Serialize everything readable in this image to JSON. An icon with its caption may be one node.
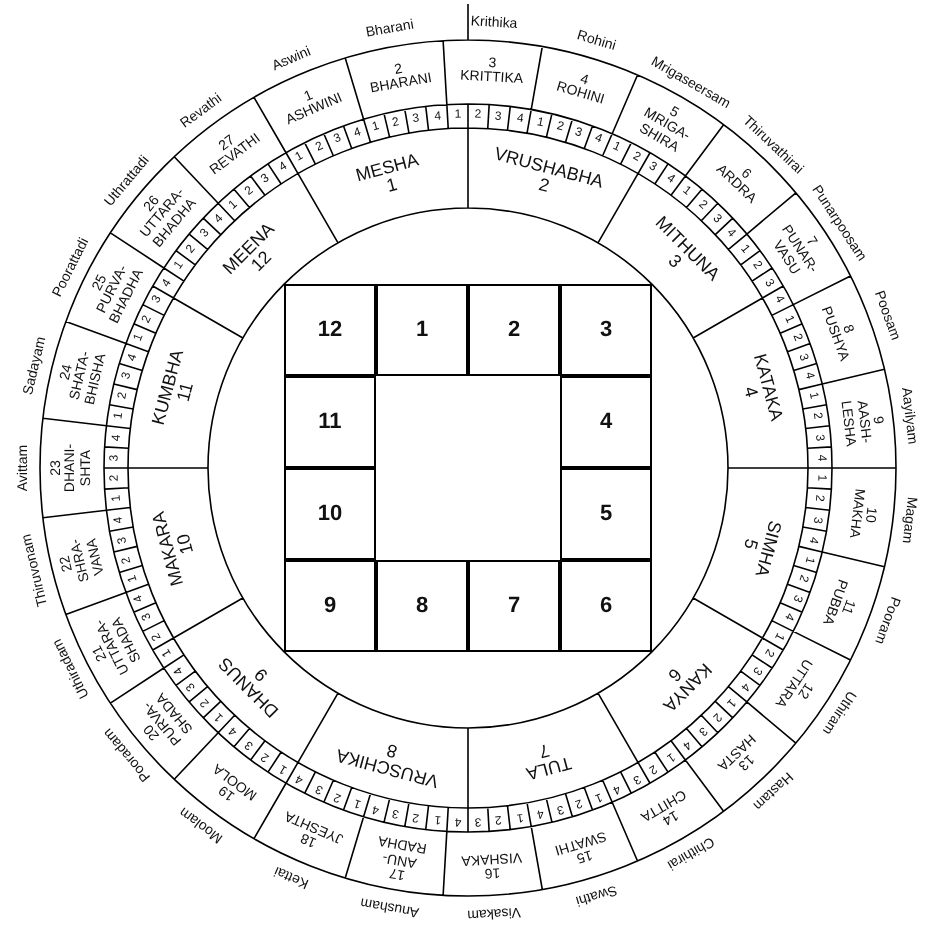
{
  "diagram": {
    "nodes": [
      {
        "text": [
          "1",
          "ASHWINI"
        ]
      },
      {
        "text": [
          "2",
          "BHARANI"
        ]
      },
      {
        "text": [
          "3",
          "KRITTIKA"
        ]
      },
      {
        "text": [
          "4",
          "ROHINI"
        ]
      },
      {
        "text": [
          "5",
          "MRIGA- SHIRA"
        ]
      },
      {
        "text": [
          "6",
          "ARDRA"
        ]
      },
      {
        "text": [
          "7",
          "PUNAR- VASU"
        ]
      },
      {
        "text": [
          "8",
          "PUSHYA"
        ]
      },
      {
        "text": [
          "9",
          "AASH- LESHA"
        ]
      },
      {
        "text": [
          "10",
          "MAKHA"
        ]
      },
      {
        "text": [
          "11",
          "PUBBA"
        ]
      },
      {
        "text": [
          "12",
          "UTTARA"
        ]
      },
      {
        "text": [
          "13",
          "HASTA"
        ]
      },
      {
        "text": [
          "14",
          "CHITTA"
        ]
      },
      {
        "text": [
          "15",
          "SWATHI"
        ]
      },
      {
        "text": [
          "16",
          "VISHAKA"
        ]
      },
      {
        "text": [
          "17",
          "ANU- RADHA"
        ]
      },
      {
        "text": [
          "18",
          "JYESHTA"
        ]
      },
      {
        "text": [
          "19",
          "MOOLA"
        ]
      },
      {
        "text": [
          "20",
          "PURVA- SHADA"
        ]
      },
      {
        "text": [
          "21",
          "UTTARA- SHADA"
        ]
      },
      {
        "text": [
          "22",
          "SHRA- VANA"
        ]
      },
      {
        "text": [
          "23",
          "DHANI- SHTA"
        ]
      },
      {
        "text": [
          "24",
          "SHATA- BHISHA"
        ]
      },
      {
        "text": [
          "25",
          "PURVA- BHADHA"
        ]
      },
      {
        "text": [
          "26",
          "UTTARA- BHADHA"
        ]
      },
      {
        "text": [
          "27",
          "REVATHI"
        ]
      },
      {
        "text": [
          "MESHA",
          "1"
        ]
      },
      {
        "text": [
          "VRUSHABHA",
          "2"
        ]
      },
      {
        "text": [
          "MITHUNA",
          "3"
        ]
      },
      {
        "text": [
          "KATAKA",
          "4"
        ]
      },
      {
        "text": [
          "SIMHA",
          "5"
        ]
      },
      {
        "text": [
          "KANYA",
          "6"
        ]
      },
      {
        "text": [
          "TULA",
          "7"
        ]
      },
      {
        "text": [
          "VRUSCHIKA",
          "8"
        ]
      },
      {
        "text": [
          "DHANUS",
          "9"
        ]
      },
      {
        "text": [
          "MAKARA",
          "10"
        ]
      },
      {
        "text": [
          "KUMBHA",
          "11"
        ]
      },
      {
        "text": [
          "MEENA",
          "12"
        ]
      },
      {
        "text": [
          "12"
        ]
      },
      {
        "text": [
          "1"
        ]
      },
      {
        "text": [
          "2"
        ]
      },
      {
        "text": [
          "3"
        ]
      },
      {
        "text": [
          "11"
        ]
      },
      {
        "text": [
          "4"
        ]
      },
      {
        "text": [
          "10"
        ]
      },
      {
        "text": [
          "5"
        ]
      },
      {
        "text": [
          "9"
        ]
      },
      {
        "text": [
          "8"
        ]
      },
      {
        "text": [
          "7"
        ]
      },
      {
        "text": [
          "6"
        ]
      }
    ],
    "labels": [
      "Aswini",
      "Bharani",
      "Krithika",
      "Rohini",
      "Mrigaseersam",
      "Thiruvathirai",
      "Punarpoosam",
      "Poosam",
      "Aayilyam",
      "Magam",
      "Pooram",
      "Uthiram",
      "Hastam",
      "Chithirai",
      "Swathi",
      "Visakam",
      "Anusham",
      "Kettai",
      "Moolam",
      "Pooradam",
      "Uthiradam",
      "Thiruvonam",
      "Avittam",
      "Sadayam",
      "Poorattadi",
      "Uthrattadi",
      "Revathi",
      "1",
      "2",
      "3",
      "4",
      "1",
      "2",
      "3",
      "4",
      "1",
      "2",
      "3",
      "4",
      "1",
      "2",
      "3",
      "4",
      "1",
      "2",
      "3",
      "4",
      "1",
      "2",
      "3",
      "4",
      "1",
      "2",
      "3",
      "4",
      "1",
      "2",
      "3",
      "4",
      "1",
      "2",
      "3",
      "4",
      "1",
      "2",
      "3",
      "4",
      "1",
      "2",
      "3",
      "4",
      "1",
      "2",
      "3",
      "4",
      "1",
      "2",
      "3",
      "4",
      "1",
      "2",
      "3",
      "4",
      "1",
      "2",
      "3",
      "4",
      "1",
      "2",
      "3",
      "4",
      "1",
      "2",
      "3",
      "4",
      "1",
      "2",
      "3",
      "4",
      "1",
      "2",
      "3",
      "4",
      "1",
      "2",
      "3",
      "4",
      "1",
      "2",
      "3",
      "4",
      "1",
      "2",
      "3",
      "4",
      "1",
      "2",
      "3",
      "4",
      "1",
      "2",
      "3",
      "4",
      "1",
      "2",
      "3",
      "4",
      "1",
      "2",
      "3",
      "4",
      "1",
      "2",
      "3",
      "4"
    ]
  }
}
